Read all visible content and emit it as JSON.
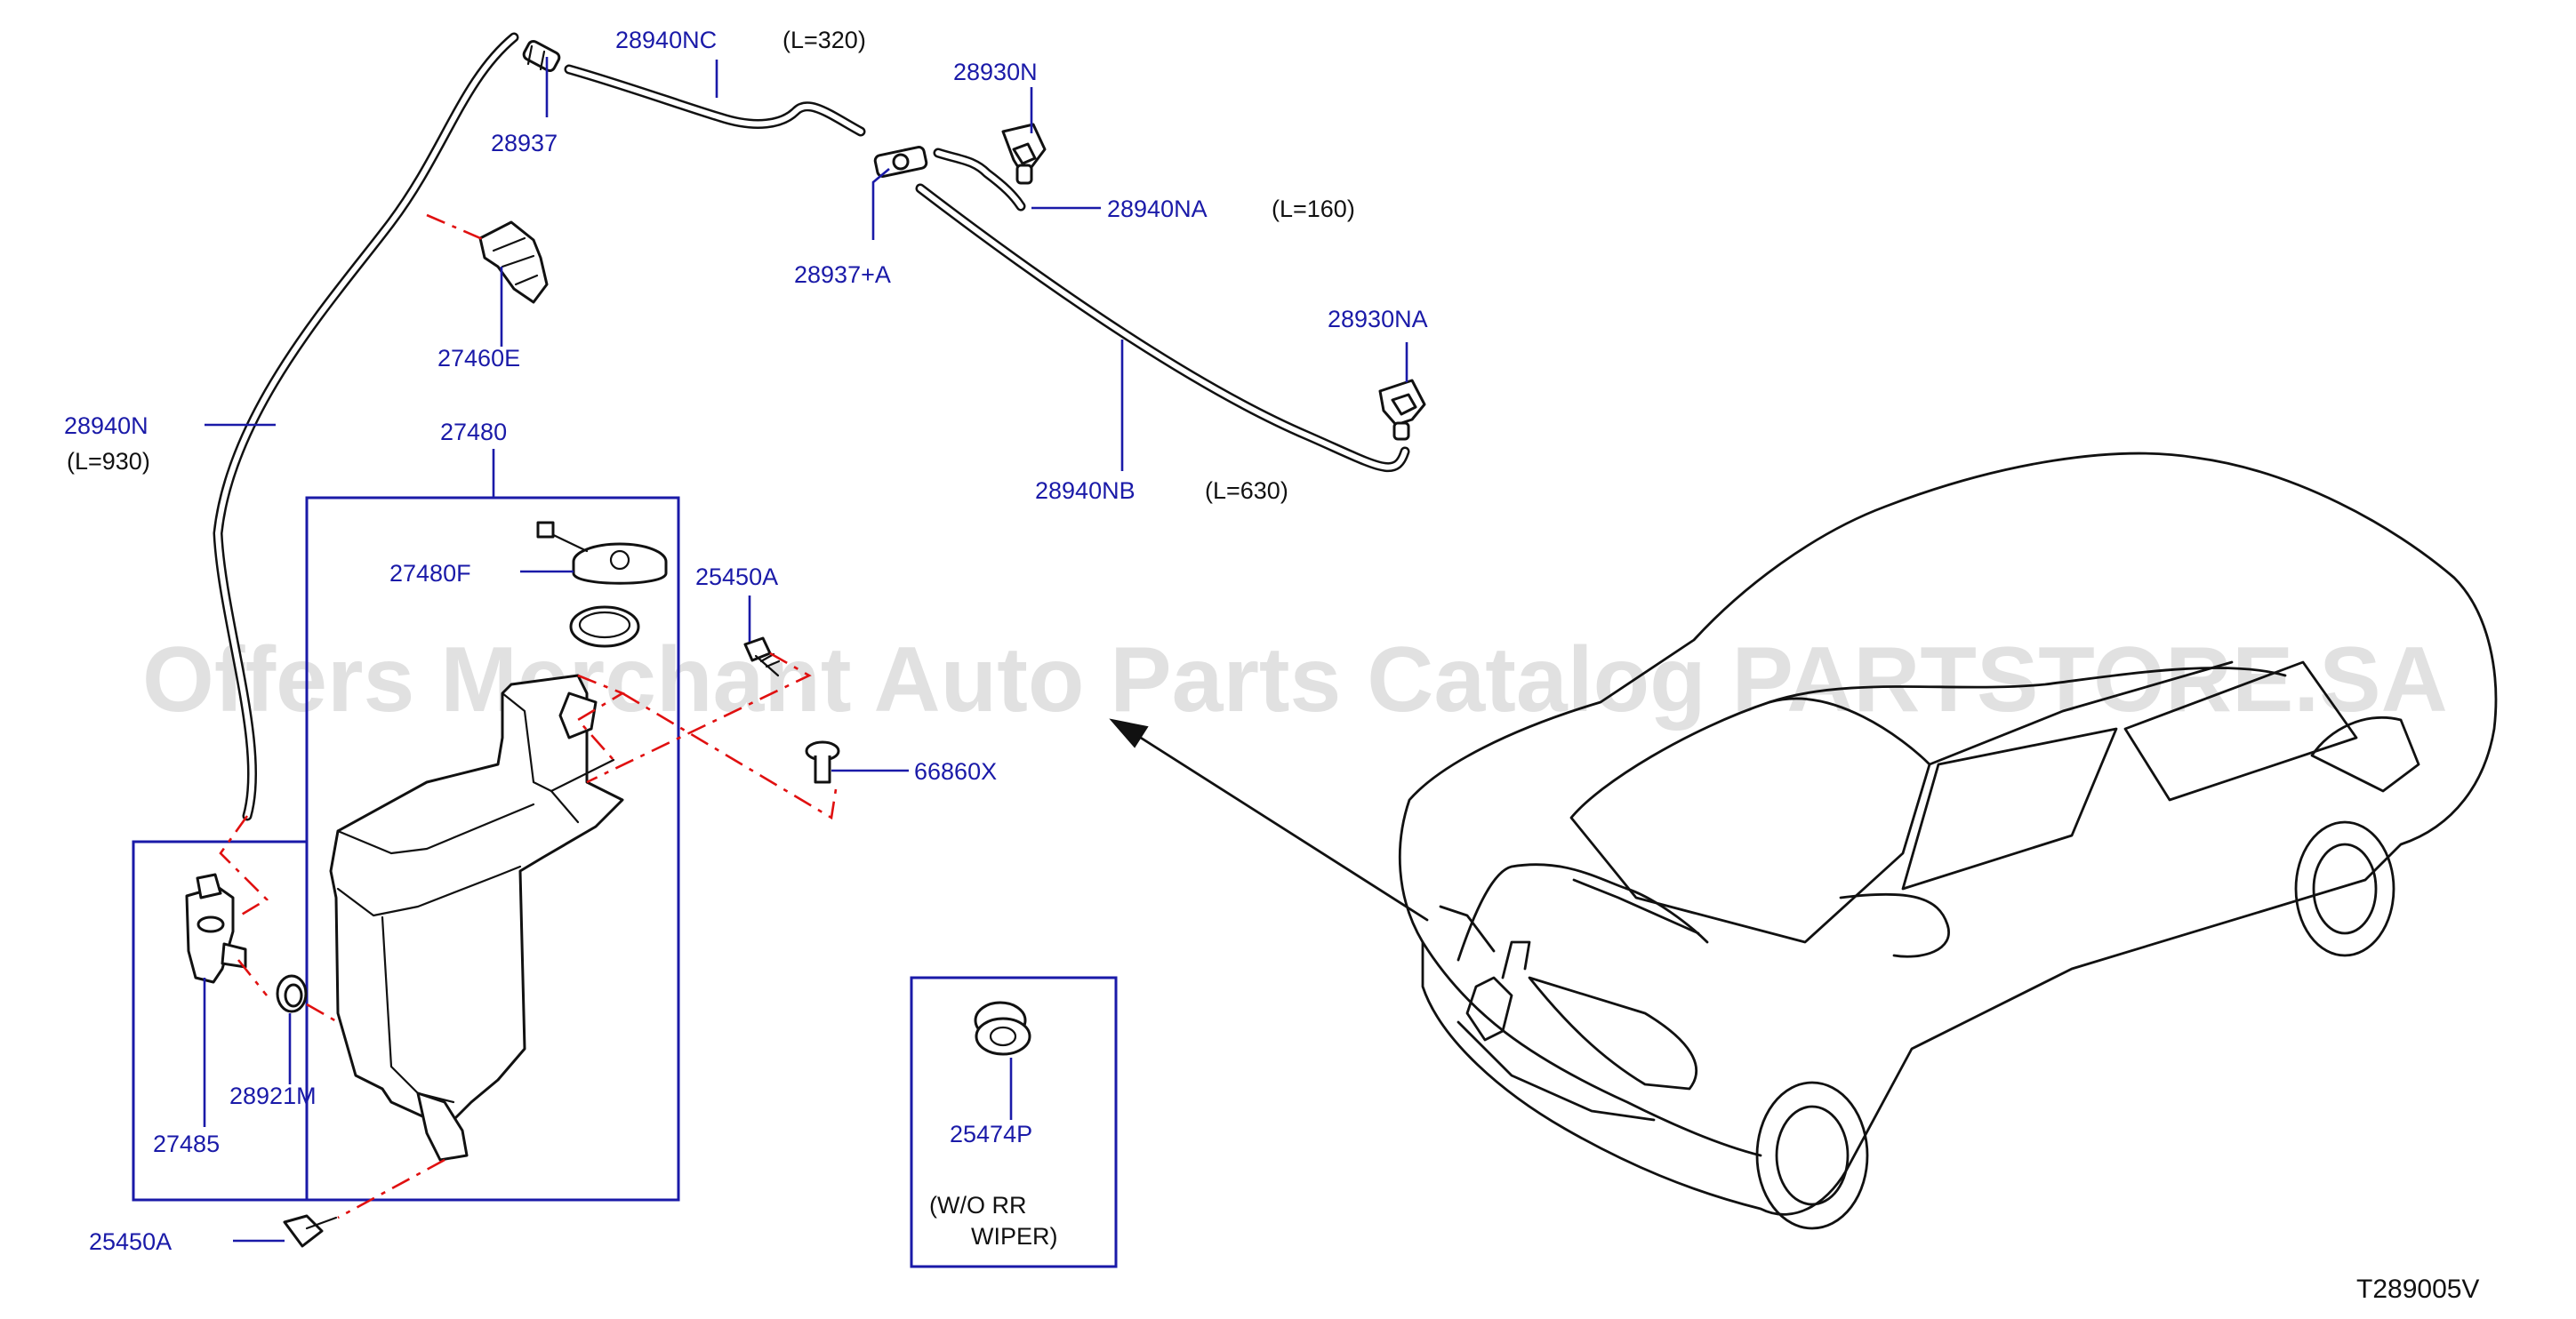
{
  "watermark": "Offers Merchant Auto Parts Catalog PARTSTORE.SA",
  "diagram_code": "T289005V",
  "colors": {
    "part_number": "#1a1aa8",
    "reference_line": "#e01010",
    "outline": "#111111"
  },
  "labels": {
    "p28940NC": "28940NC",
    "l320": "(L=320)",
    "p28937": "28937",
    "p28930N": "28930N",
    "p28940NA": "28940NA",
    "l160": "(L=160)",
    "p28937A": "28937+A",
    "p27460E": "27460E",
    "p28930NA": "28930NA",
    "p28940N": "28940N",
    "l930": "(L=930)",
    "p27480": "27480",
    "p28940NB": "28940NB",
    "l630": "(L=630)",
    "p27480F": "27480F",
    "p25450A_top": "25450A",
    "p66860X": "66860X",
    "p28921M": "28921M",
    "p27485": "27485",
    "p25450A_bottom": "25450A",
    "p25474P": "25474P",
    "note_line1": "(W/O   RR",
    "note_line2": "WIPER)"
  }
}
